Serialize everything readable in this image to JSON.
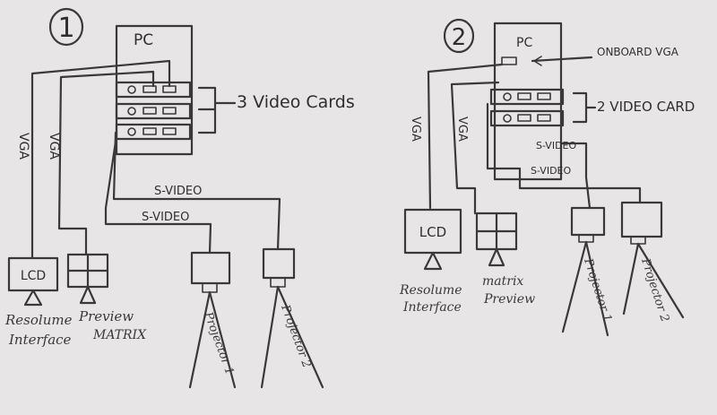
{
  "setup1": {
    "number": "1",
    "pc_label": "PC",
    "cards_label": "3 Video Cards",
    "vga_label": "VGA",
    "svideo_label": "S-VIDEO",
    "lcd_label": "LCD",
    "lcd_caption_1": "Resolume",
    "lcd_caption_2": "Interface",
    "matrix_caption_1": "Preview",
    "matrix_caption_2": "MATRIX",
    "projector1_label": "Projector 1",
    "projector2_label": "Projector 2"
  },
  "setup2": {
    "number": "2",
    "pc_label": "PC",
    "onboard_label": "ONBOARD VGA",
    "cards_label": "2 VIDEO CARD",
    "vga_label": "VGA",
    "svideo_label": "S-VIDEO",
    "lcd_label": "LCD",
    "lcd_caption_1": "Resolume",
    "lcd_caption_2": "Interface",
    "matrix_caption_1": "matrix",
    "matrix_caption_2": "Preview",
    "projector1_label": "Projector 1",
    "projector2_label": "Projector 2"
  }
}
